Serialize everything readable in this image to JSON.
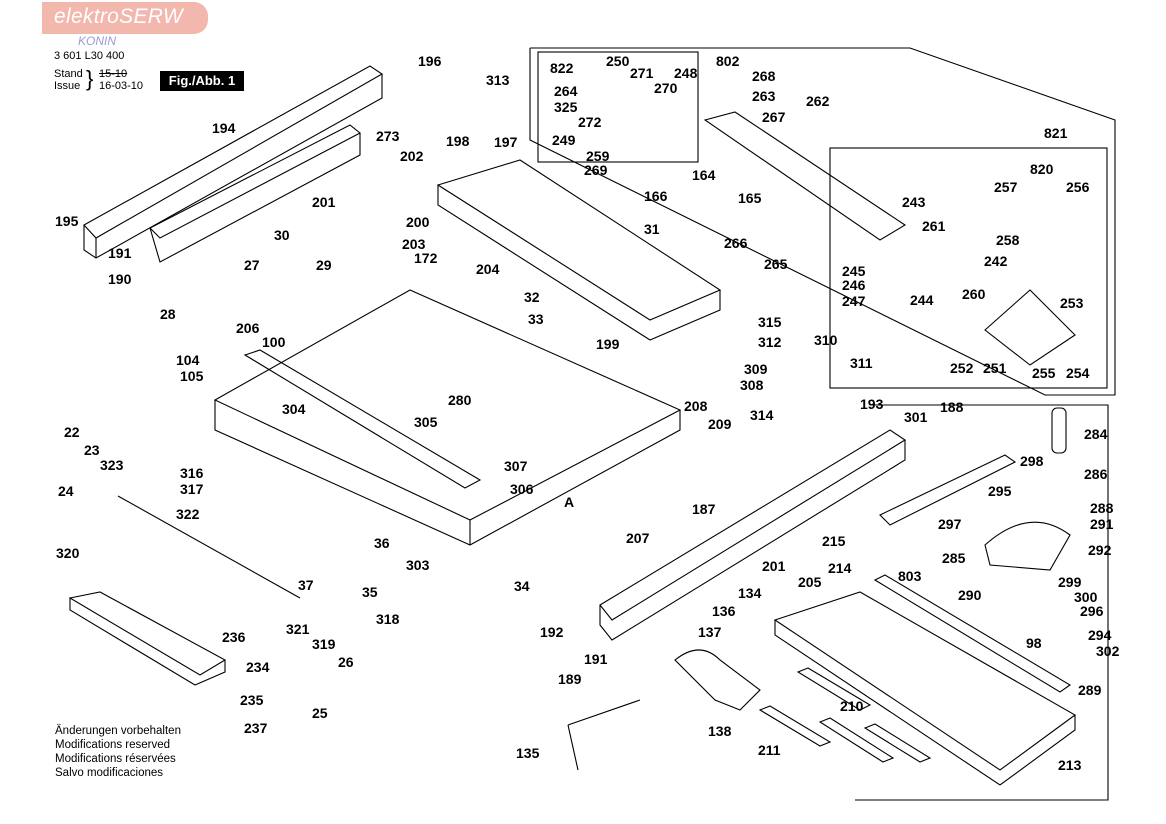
{
  "header": {
    "brand": "elektroSERW",
    "brand_sub": "KONIN",
    "part_number": "3 601 L30 400",
    "stand_label": "Stand",
    "stand_old": "15-10",
    "issue_label": "Issue",
    "issue_date": "16-03-10",
    "figure_label": "Fig./Abb. 1"
  },
  "footer": {
    "lines": [
      "Änderungen vorbehalten",
      "Modifications reserved",
      "Modifications réservées",
      "Salvo modificaciones"
    ]
  },
  "diagram": {
    "part_labels": [
      "196",
      "194",
      "273",
      "198",
      "197",
      "202",
      "201",
      "200",
      "30",
      "203",
      "172",
      "204",
      "31",
      "195",
      "191",
      "190",
      "29",
      "27",
      "28",
      "206",
      "100",
      "104",
      "105",
      "32",
      "33",
      "199",
      "304",
      "305",
      "280",
      "307",
      "306",
      "303",
      "22",
      "23",
      "323",
      "316",
      "317",
      "24",
      "320",
      "322",
      "36",
      "35",
      "37",
      "34",
      "234",
      "236",
      "235",
      "237",
      "321",
      "319",
      "318",
      "26",
      "25",
      "135",
      "189",
      "191",
      "192",
      "134",
      "136",
      "137",
      "138",
      "201",
      "187",
      "207",
      "205",
      "214",
      "210",
      "211",
      "213",
      "215",
      "803",
      "285",
      "284",
      "286",
      "288",
      "291",
      "292",
      "299",
      "300",
      "294",
      "296",
      "302",
      "98",
      "289",
      "290",
      "295",
      "297",
      "298",
      "301",
      "188",
      "193",
      "309",
      "308",
      "314",
      "315",
      "312",
      "310",
      "311",
      "313",
      "802",
      "822",
      "250",
      "271",
      "248",
      "268",
      "263",
      "264",
      "270",
      "325",
      "272",
      "249",
      "259",
      "269",
      "267",
      "262",
      "164",
      "165",
      "166",
      "266",
      "265",
      "821",
      "820",
      "256",
      "257",
      "258",
      "261",
      "260",
      "242",
      "244",
      "243",
      "245",
      "246",
      "247",
      "253",
      "252",
      "251",
      "255",
      "254",
      "208",
      "209",
      "A"
    ]
  },
  "colors": {
    "logo_bg": "#f2b7ad",
    "logo_sub": "#9b9bd6",
    "line": "#000000"
  }
}
